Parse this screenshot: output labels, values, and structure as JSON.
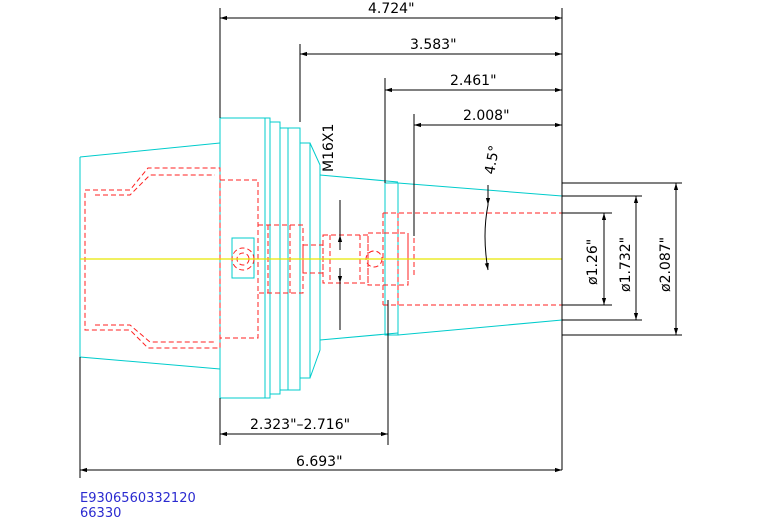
{
  "drawing": {
    "dimensions": {
      "overall_top": "4.724\"",
      "d1": "3.583\"",
      "d2": "2.461\"",
      "d3": "2.008\"",
      "thread": "M16X1",
      "angle": "4.5°",
      "dia_small": "ø1.26\"",
      "dia_mid": "ø1.732\"",
      "dia_large": "ø2.087\"",
      "range": "2.323\"–2.716\"",
      "overall_bottom": "6.693\""
    },
    "part_number": "E9306560332120",
    "part_code": "66330",
    "colors": {
      "outline": "#00cccc",
      "hidden": "#ff2020",
      "centerline": "#e8e800",
      "dimension": "#000000",
      "part_text": "#2a2ad0"
    }
  }
}
